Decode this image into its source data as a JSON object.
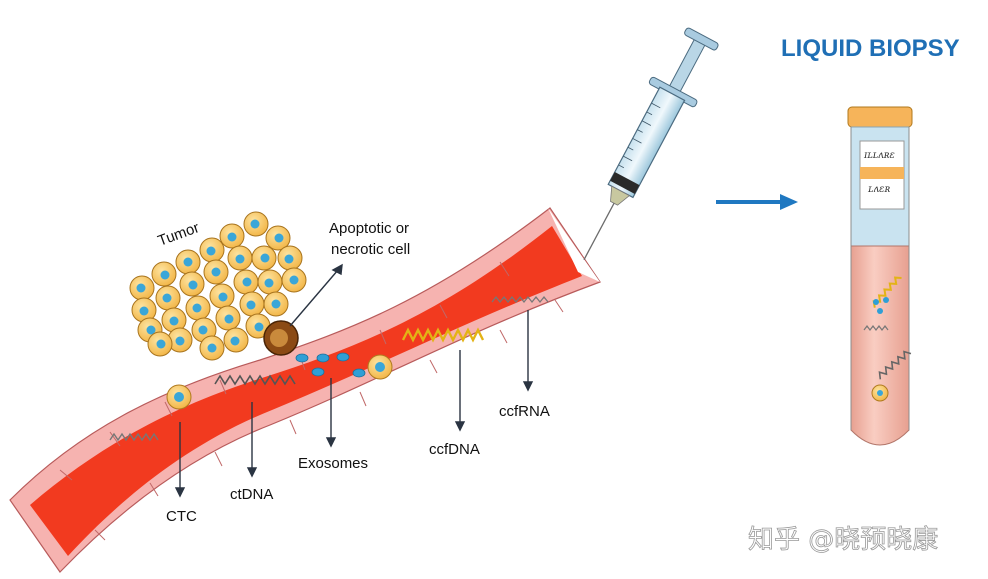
{
  "title": "LIQUID BIOPSY",
  "labels": {
    "tumor": "Tumor",
    "apoptotic_line1": "Apoptotic or",
    "apoptotic_line2": "necrotic cell",
    "ctc": "CTC",
    "ctdna": "ctDNA",
    "exosomes": "Exosomes",
    "ccfdna": "ccfDNA",
    "ccfrna": "ccfRNA"
  },
  "watermark": "知乎 @晓预晓康",
  "tube_label": {
    "line1": "ɪʟʟʌʀɛ",
    "line2": "ʟʌɛʀ"
  },
  "colors": {
    "title": "#1f6fb5",
    "arrow": "#1f78c1",
    "vessel_wall": "#f6b3b0",
    "blood": "#f23a1f",
    "tumor_cell": "#f5c25a",
    "nucleus": "#3aa6d8",
    "exosome": "#2f9fd6",
    "ccfdna": "#e3b316",
    "plasma": "#f2b6a8",
    "serum_top": "#c9e3f0",
    "cap": "#f6b45a"
  }
}
